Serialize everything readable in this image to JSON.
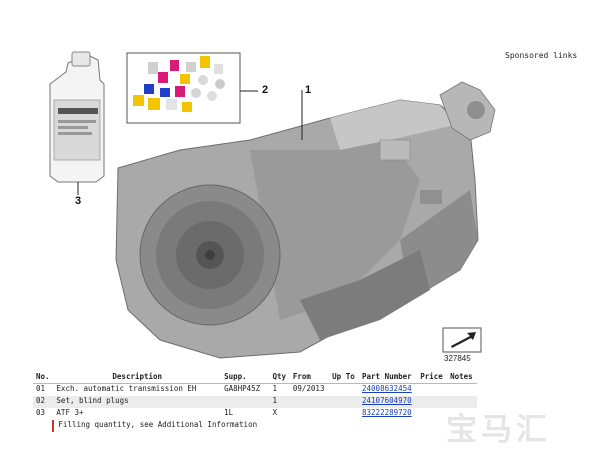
{
  "sponsored_label": "Sponsored links",
  "callouts": {
    "c1": "1",
    "c2": "2",
    "c3": "3"
  },
  "diagram_ref": "327845",
  "watermark": "宝马汇",
  "table": {
    "headers": [
      "No.",
      "Description",
      "Supp.",
      "Qty",
      "From",
      "Up To",
      "Part Number",
      "Price",
      "Notes"
    ],
    "rows": [
      {
        "no": "01",
        "description": "Exch. automatic transmission EH",
        "supp": "GA8HP45Z",
        "qty": "1",
        "from": "09/2013",
        "up_to": "",
        "part_number": "24008632454",
        "price": "",
        "notes": ""
      },
      {
        "no": "02",
        "description": "Set, blind plugs",
        "supp": "",
        "qty": "1",
        "from": "",
        "up_to": "",
        "part_number": "24107604970",
        "price": "",
        "notes": ""
      },
      {
        "no": "03",
        "description": "ATF 3+",
        "supp": "1L",
        "qty": "X",
        "from": "",
        "up_to": "",
        "part_number": "83222289720",
        "price": "",
        "notes": ""
      }
    ],
    "row3_note": "Filling quantity, see Additional Information"
  },
  "colors": {
    "link": "#1a3fb8",
    "note_bar": "#c0392b",
    "plug_magenta": "#d81b74",
    "plug_yellow": "#f2c500",
    "plug_blue": "#1f3fc9"
  },
  "icons": [
    "transmission-illustration",
    "atf-bottle-illustration",
    "blind-plugs-illustration",
    "arrow-legend-icon"
  ]
}
